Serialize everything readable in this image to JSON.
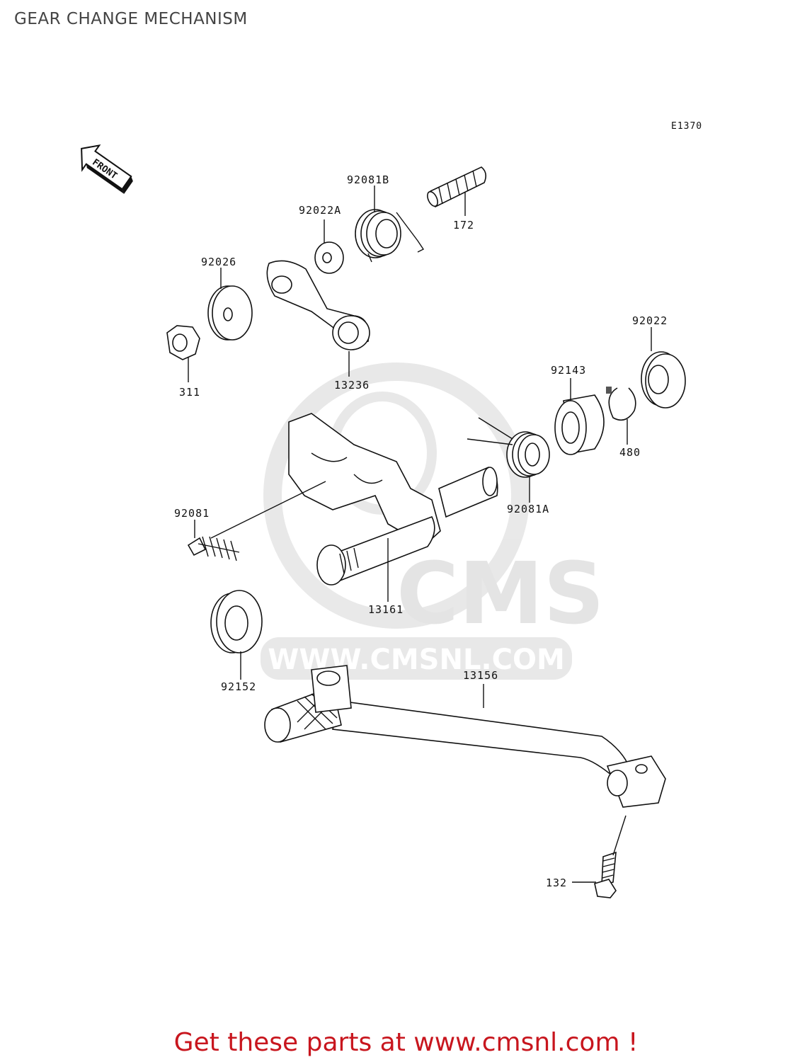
{
  "page": {
    "title": "GEAR CHANGE MECHANISM",
    "diagram_id": "E1370",
    "front_marker": "FRONT",
    "footer": "Get these parts at www.cmsnl.com !"
  },
  "watermark": {
    "logo_text": "CMS",
    "url_text": "WWW.CMSNL.COM"
  },
  "parts": [
    {
      "label": "92081B",
      "icon": "torsion-spring"
    },
    {
      "label": "172",
      "icon": "shift-pin"
    },
    {
      "label": "92022A",
      "icon": "washer"
    },
    {
      "label": "92026",
      "icon": "washer"
    },
    {
      "label": "311",
      "icon": "hex-nut"
    },
    {
      "label": "13236",
      "icon": "shift-lever-arm"
    },
    {
      "label": "92022",
      "icon": "washer"
    },
    {
      "label": "92143",
      "icon": "collar"
    },
    {
      "label": "480",
      "icon": "circlip"
    },
    {
      "label": "92081A",
      "icon": "torsion-spring"
    },
    {
      "label": "92081",
      "icon": "compression-spring"
    },
    {
      "label": "13161",
      "icon": "shift-shaft"
    },
    {
      "label": "92152",
      "icon": "oil-seal"
    },
    {
      "label": "13156",
      "icon": "shift-pedal"
    },
    {
      "label": "132",
      "icon": "bolt"
    }
  ]
}
